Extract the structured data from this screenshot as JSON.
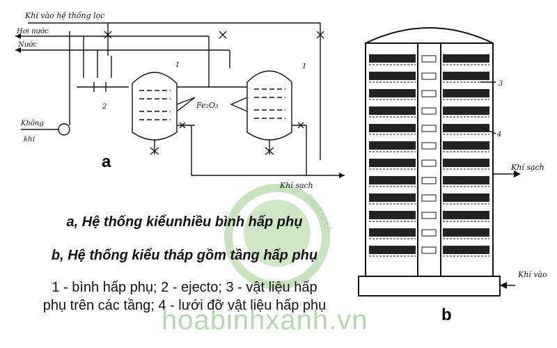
{
  "labels": {
    "inlet_filter": "Khí vào hệ thống lọc",
    "steam": "Hơi nước",
    "water": "Nước",
    "air_line1": "Không",
    "air_line2": "khí",
    "ferric_oxide": "Fe₂O₃",
    "clean_gas_a": "Khí sạch",
    "clean_gas_b": "Khí sạch",
    "gas_in_b": "Khí vào",
    "num_1a": "1",
    "num_1b": "1",
    "num_2": "2",
    "num_3": "3",
    "num_4": "4"
  },
  "panels": {
    "a": "a",
    "b": "b"
  },
  "caption": {
    "line_a": "a, Hệ thống kiểunhiều bình hấp phụ",
    "line_b": "b, Hệ thống kiểu tháp gồm tầng hấp phụ",
    "legend_1": "1 - bình hấp phụ; 2 - ejecto; 3 - vật liệu hấp",
    "legend_2": "phụ trên các tầng; 4 - lưới đỡ vật liệu hấp phụ"
  },
  "watermark": {
    "site": "hoabinhxanh.vn",
    "logo_text": "GREENPEA",
    "color": "#8cc47e"
  }
}
